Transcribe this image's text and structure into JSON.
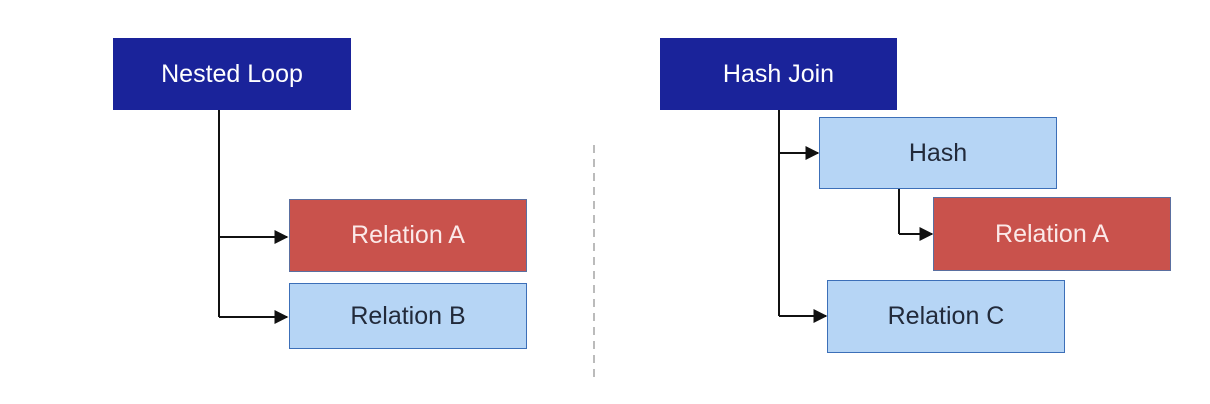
{
  "left_diagram": {
    "root": "Nested Loop",
    "children": [
      "Relation A",
      "Relation B"
    ]
  },
  "right_diagram": {
    "root": "Hash Join",
    "hash": "Hash",
    "hash_child": "Relation A",
    "second_child": "Relation C"
  },
  "colors": {
    "join_node": "#1a239a",
    "relation_a": "#c9524c",
    "light_node": "#b6d5f5",
    "connector": "#111111",
    "divider": "#bbbbbb"
  }
}
